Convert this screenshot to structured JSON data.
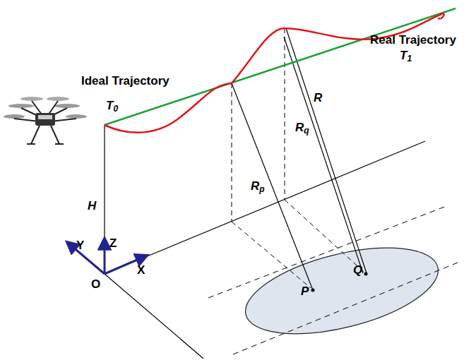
{
  "diagram": {
    "labels": [
      "Ideal Trajectory",
      "T0",
      "Real Trajectory",
      "T1",
      "H",
      "Z",
      "Y",
      "X",
      "O",
      "R",
      "Rq",
      "Rp",
      "P",
      "Q"
    ]
  }
}
